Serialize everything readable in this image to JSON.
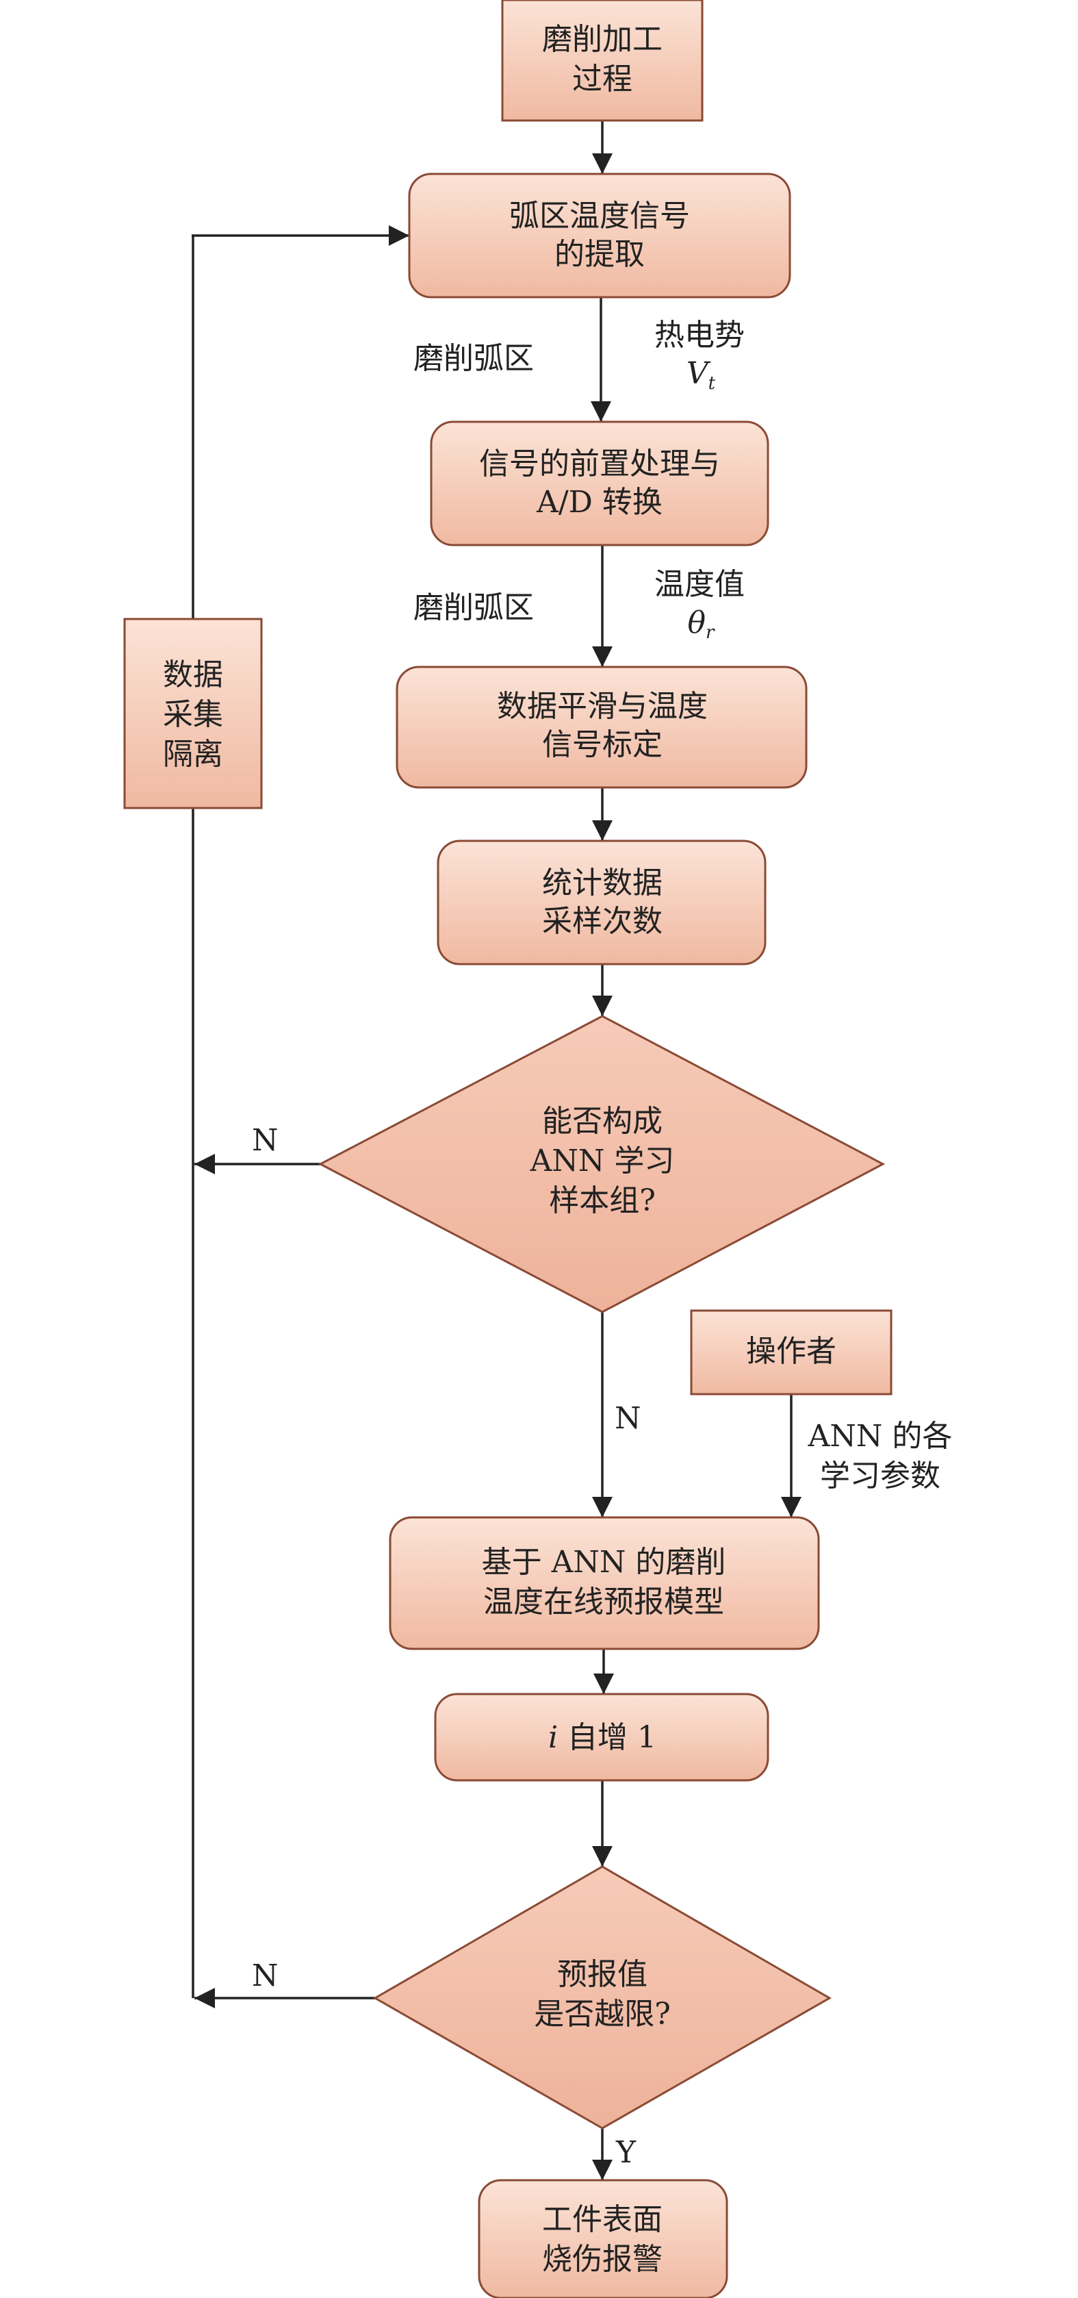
{
  "nodes": {
    "grinding_process": [
      "磨削加工",
      "过程"
    ],
    "signal_extraction": [
      "弧区温度信号",
      "的提取"
    ],
    "preprocess": [
      "信号的前置处理与",
      "A/D 转换"
    ],
    "smoothing": [
      "数据平滑与温度",
      "信号标定"
    ],
    "statistics": [
      "统计数据",
      "采样次数"
    ],
    "decision_ann": [
      "能否构成",
      "ANN 学习",
      "样本组?"
    ],
    "operator": [
      "操作者"
    ],
    "ann_model": [
      "基于 ANN 的磨削",
      "温度在线预报模型"
    ],
    "increment": {
      "var": "i",
      "text": " 自增 1"
    },
    "decision_limit": [
      "预报值",
      "是否越限?"
    ],
    "alarm": [
      "工件表面",
      "烧伤报警"
    ],
    "isolation": [
      "数据",
      "采集",
      "隔离"
    ]
  },
  "edge_labels": {
    "zone_1": "磨削弧区",
    "emf_title": "热电势",
    "emf_symbol": {
      "base": "V",
      "sub": "t"
    },
    "zone_2": "磨削弧区",
    "temp_title": "温度值",
    "temp_symbol": {
      "base": "θ",
      "sub": "r"
    },
    "n_left_1": "N",
    "n_down": "N",
    "ann_params": [
      "ANN 的各",
      "学习参数"
    ],
    "n_left_2": "N",
    "y_down": "Y"
  },
  "colors": {
    "fill_light": "#fbe3d6",
    "fill_dark": "#f0b9a1",
    "stroke": "#8a4a35"
  }
}
